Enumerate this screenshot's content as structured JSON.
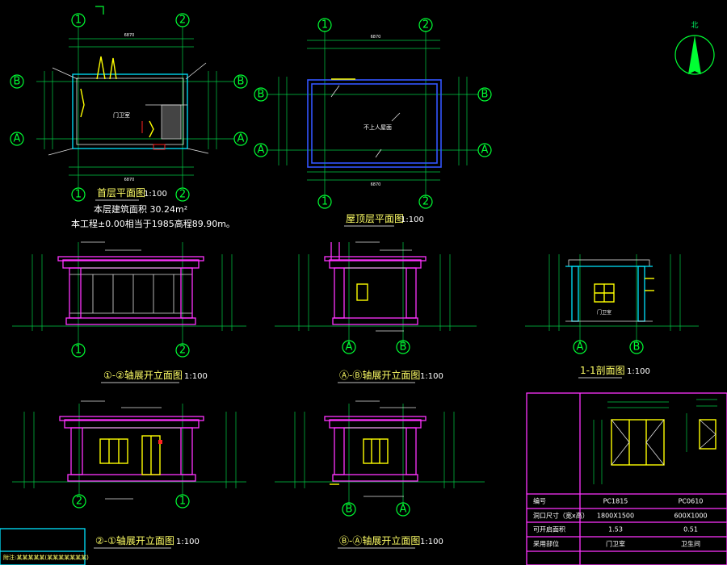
{
  "axes": {
    "one": "1",
    "two": "2",
    "a": "A",
    "b": "B"
  },
  "north": {
    "label": "北"
  },
  "plan1": {
    "title": "首层平面图",
    "scale": "1:100",
    "area_line": "本层建筑面积 30.24m²",
    "elev_line": "本工程±0.00相当于1985高程89.90m。",
    "room_label": "门卫室"
  },
  "plan2": {
    "title": "屋顶层平面图",
    "scale": "1:100",
    "note": "不上人屋面"
  },
  "elev1": {
    "title": "①-②轴展开立面图",
    "scale": "1:100"
  },
  "elev2": {
    "title": "Ⓐ-Ⓑ轴展开立面图",
    "scale": "1:100"
  },
  "section": {
    "title": "1-1剖面图",
    "scale": "1:100",
    "room_label": "门卫室"
  },
  "elev3": {
    "title": "②-①轴展开立面图",
    "scale": "1:100"
  },
  "elev4": {
    "title": "Ⓑ-Ⓐ轴展开立面图",
    "scale": "1:100"
  },
  "window_table": {
    "rows": [
      {
        "label": "编号",
        "c1": "PC1815",
        "c2": "PC0610"
      },
      {
        "label": "洞口尺寸（宽x高）",
        "c1": "1800X1500",
        "c2": "600X1000"
      },
      {
        "label": "可开启面积",
        "c1": "1.53",
        "c2": "0.51"
      },
      {
        "label": "采用部位",
        "c1": "门卫室",
        "c2": "卫生间"
      }
    ]
  },
  "footer_note": "附注:某某某某某(某某某某某某某)"
}
